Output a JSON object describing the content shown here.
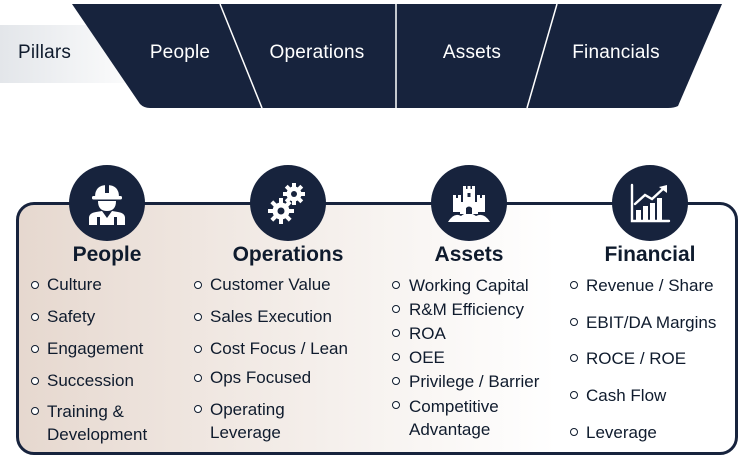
{
  "banner": {
    "pillars_label": "Pillars",
    "tabs": [
      "People",
      "Operations",
      "Assets",
      "Financials"
    ]
  },
  "pillars": [
    {
      "title": "People",
      "icon": "worker-hardhat-icon",
      "items": [
        "Culture",
        "Safety",
        "Engagement",
        "Succession",
        "Training &\nDevelopment"
      ]
    },
    {
      "title": "Operations",
      "icon": "gears-icon",
      "items": [
        "Customer Value",
        "Sales Execution",
        "Cost Focus / Lean",
        "Ops Focused",
        "Operating\nLeverage"
      ]
    },
    {
      "title": "Assets",
      "icon": "castle-icon",
      "items": [
        "Working Capital",
        "R&M Efficiency",
        "ROA",
        "OEE",
        "Privilege / Barrier",
        "Competitive\nAdvantage"
      ]
    },
    {
      "title": "Financial",
      "icon": "growth-chart-icon",
      "items": [
        "Revenue / Share",
        "EBIT/DA Margins",
        "ROCE / ROE",
        "Cash Flow",
        "Leverage"
      ]
    }
  ],
  "colors": {
    "navy": "#17233d",
    "panel_gradient_start": "#e6d8cf",
    "text": "#0f1b2d"
  }
}
